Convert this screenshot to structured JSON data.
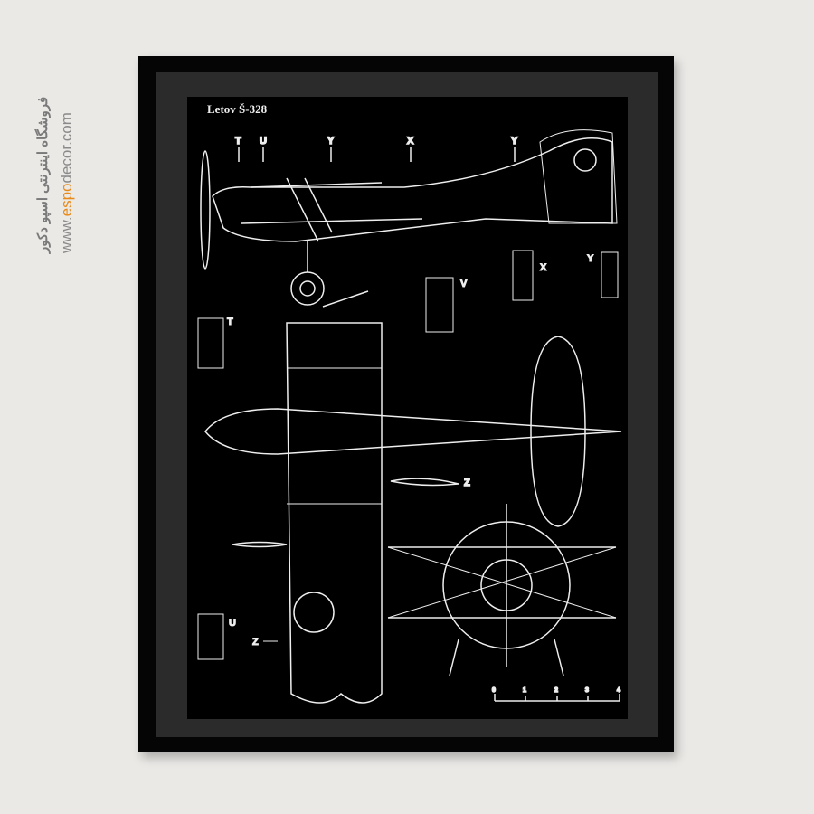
{
  "watermark": {
    "store_name": "فروشگاه اینترنتی اسپو دکور",
    "url_prefix": "www.",
    "url_accent": "espo",
    "url_suffix": "decor.com",
    "accent_color": "#e88a1a"
  },
  "poster": {
    "title": "Letov Š-328",
    "section_labels": [
      "T",
      "U",
      "Y",
      "X",
      "Y"
    ],
    "grid_labels": {
      "v": "V",
      "x": "X",
      "y": "Y",
      "t": "T",
      "z1": "Z",
      "u": "U",
      "z2": "Z"
    },
    "scale_ticks": [
      "0",
      "1",
      "2",
      "3",
      "4"
    ]
  }
}
